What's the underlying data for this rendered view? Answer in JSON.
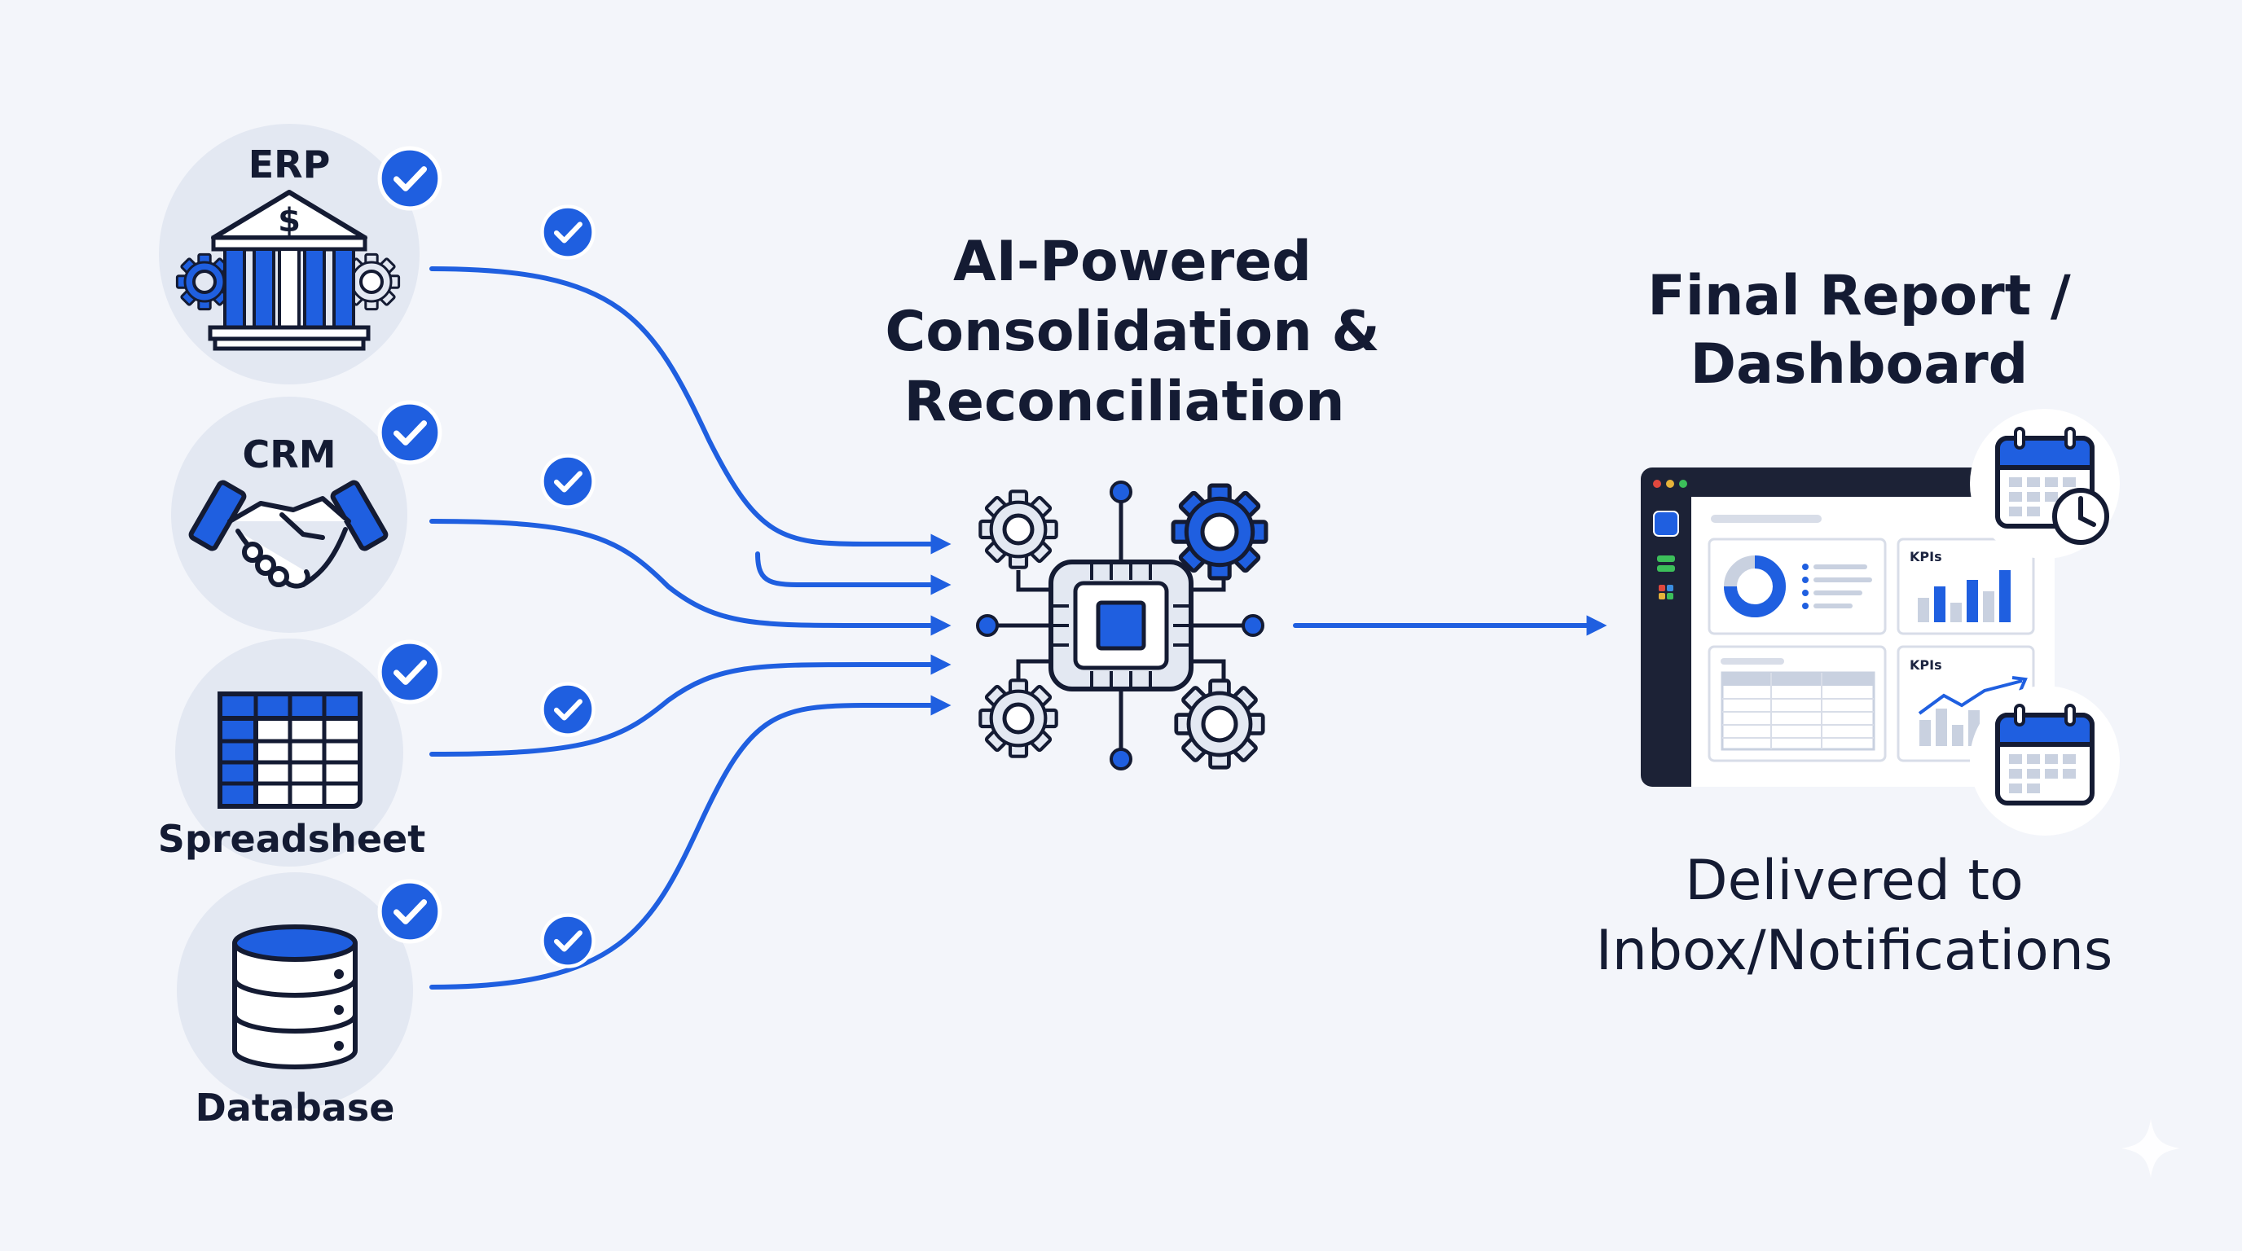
{
  "colors": {
    "accent": "#1f5fe0",
    "dark": "#141b33",
    "light_fill": "#e3e8f2",
    "background": "#f3f5fa"
  },
  "sources": [
    {
      "label": "ERP",
      "icon": "bank-gears-icon"
    },
    {
      "label": "CRM",
      "icon": "handshake-icon"
    },
    {
      "label": "Spreadsheet",
      "icon": "spreadsheet-icon"
    },
    {
      "label": "Database",
      "icon": "database-icon"
    }
  ],
  "center": {
    "title_lines": [
      "AI-Powered",
      "Consolidation &",
      "Reconciliation"
    ],
    "icon": "ai-chip-gears-icon"
  },
  "output": {
    "title_lines": [
      "Final Report /",
      "Dashboard"
    ],
    "delivered_lines": [
      "Delivered to",
      "Inbox/Notifications"
    ],
    "kpi_label_1": "KPIs",
    "kpi_label_2": "KPIs",
    "icons": [
      "calendar-clock-icon",
      "calendar-icon"
    ]
  }
}
